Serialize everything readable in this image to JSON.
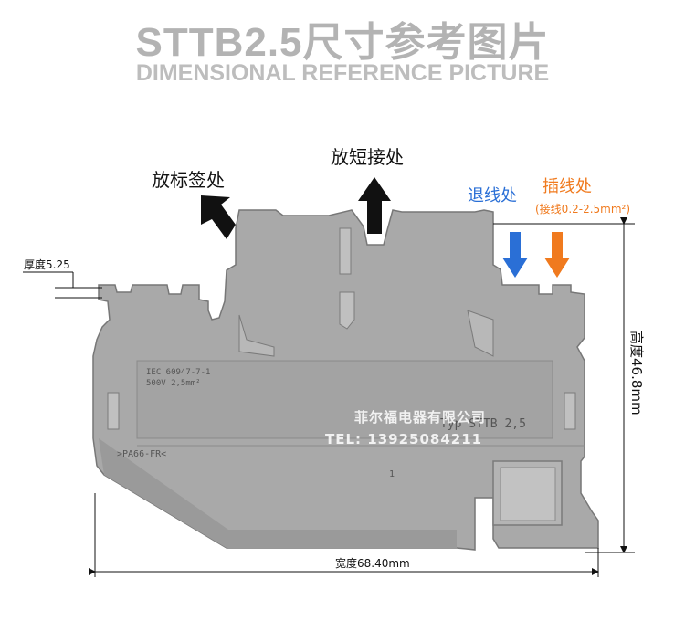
{
  "header": {
    "title": "STTB2.5尺寸参考图片",
    "subtitle": "DIMENSIONAL REFERENCE PICTURE"
  },
  "callouts": {
    "label_slot": "放标签处",
    "short_slot": "放短接处",
    "release": "退线处",
    "insert": "插线处",
    "insert_note": "(接线0.2-2.5mm²)"
  },
  "dimensions": {
    "thickness": "厚度5.25",
    "height": "高度46.8mm",
    "width": "宽度68.40mm"
  },
  "part_markings": {
    "standard": "IEC 60947-7-1",
    "rating": "500V 2,5mm²",
    "type": "Typ STTB 2,5",
    "material": ">PA66-FR<",
    "number": "1"
  },
  "watermark": {
    "company": "菲尔福电器有限公司",
    "tel": "TEL: 13925084211"
  },
  "colors": {
    "arrow_blue": "#2a6fd6",
    "arrow_orange": "#f07a1e",
    "body_gray": "#a9a9a9"
  }
}
